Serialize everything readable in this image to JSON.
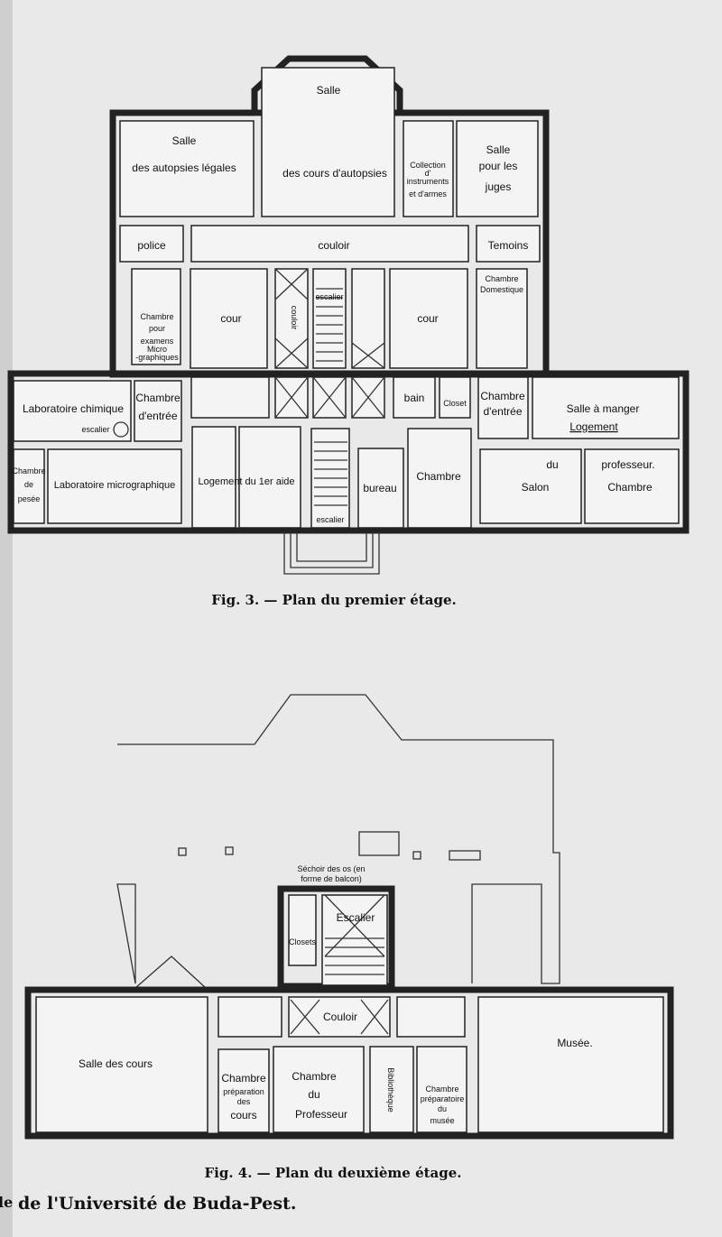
{
  "fig3": {
    "caption": "Fig. 3. — Plan du premier étage.",
    "rooms": {
      "salle_top": "Salle",
      "salle_cours_autopsie": "des cours d'autopsies",
      "salle_autopsies_1": "Salle",
      "salle_autopsies_2": "des autopsies légales",
      "collection_1": "Collection",
      "collection_2": "d'",
      "collection_3": "instruments",
      "collection_4": "et d'armes",
      "juges_1": "Salle",
      "juges_2": "pour les",
      "juges_3": "juges",
      "police": "police",
      "couloir": "couloir",
      "temoins": "Temoins",
      "chambre_domestique_1": "Chambre",
      "chambre_domestique_2": "Domestique",
      "examens_1": "Chambre",
      "examens_2": "pour",
      "examens_3": "examens",
      "examens_4": "Micro",
      "examens_5": "-graphiques",
      "cour_left": "cour",
      "couloir_vertical": "couloir",
      "escalier_top": "escalier",
      "cour_right": "cour",
      "labo_chimique": "Laboratoire chimique",
      "escalier_labo": "escalier",
      "chambre_entree_left_1": "Chambre",
      "chambre_entree_left_2": "d'entrée",
      "bain": "bain",
      "closet": "Closet",
      "chambre_entree_right_1": "Chambre",
      "chambre_entree_right_2": "d'entrée",
      "salle_manger": "Salle à manger",
      "logement": "Logement",
      "pesee_1": "Chambre",
      "pesee_2": "de",
      "pesee_3": "pesée",
      "labo_micro": "Laboratoire micrographique",
      "logement_aide": "Logement du 1er aide",
      "bureau": "bureau",
      "chambre_mid": "Chambre",
      "escalier_bottom": "escalier",
      "du": "du",
      "professeur": "professeur.",
      "salon": "Salon",
      "chambre_right": "Chambre"
    }
  },
  "fig4": {
    "caption": "Fig. 4. — Plan du deuxième étage.",
    "rooms": {
      "sechoir_1": "Séchoir des os (en",
      "sechoir_2": "forme de balcon)",
      "escalier": "Escalier",
      "closets": "Closets",
      "couloir": "Couloir",
      "salle_cours": "Salle des cours",
      "prep_cours_1": "Chambre",
      "prep_cours_2": "préparation",
      "prep_cours_3": "des",
      "prep_cours_4": "cours",
      "professeur_1": "Chambre",
      "professeur_2": "du",
      "professeur_3": "Professeur",
      "bibliotheque": "Bibliothèque",
      "prep_musee_1": "Chambre",
      "prep_musee_2": "préparatoire",
      "prep_musee_3": "du",
      "prep_musee_4": "musée",
      "musee": "Musée."
    }
  },
  "footer": {
    "left_fragment": "le",
    "text": "de l'Université de Buda-Pest."
  }
}
